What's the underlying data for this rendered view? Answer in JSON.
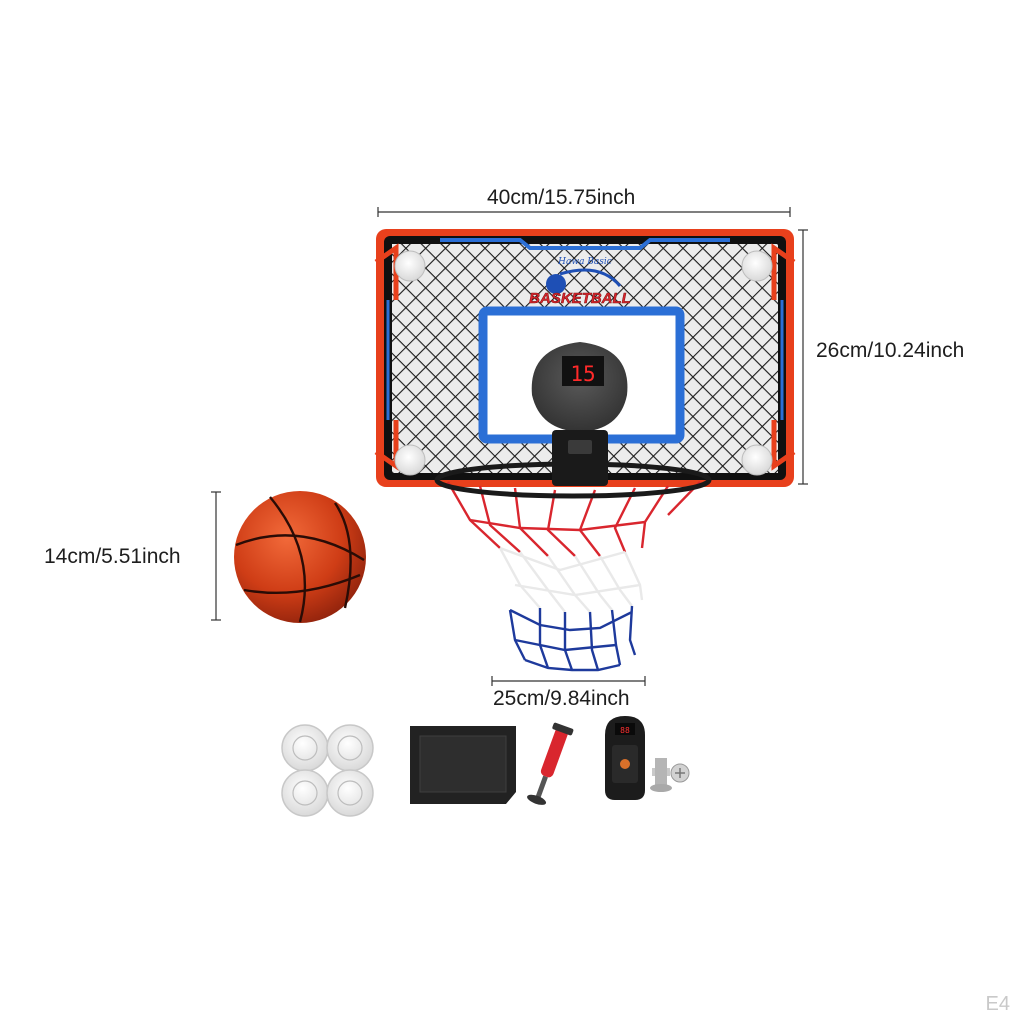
{
  "dimensions": {
    "backboard_width": "40cm/15.75inch",
    "backboard_height": "26cm/10.24inch",
    "ball_diameter": "14cm/5.51inch",
    "rim_diameter": "25cm/9.84inch"
  },
  "backboard": {
    "logo_script": "Hawa Basic",
    "logo_text": "BASKETBALL",
    "score_display": "15"
  },
  "accessories": {
    "pump_display": "88"
  },
  "watermark": "E4",
  "colors": {
    "frame_orange": "#e8401c",
    "backboard_blue": "#2b6fd6",
    "ball_orange": "#d4461c",
    "net_red": "#d9262e",
    "net_blue": "#1e3a9c"
  }
}
